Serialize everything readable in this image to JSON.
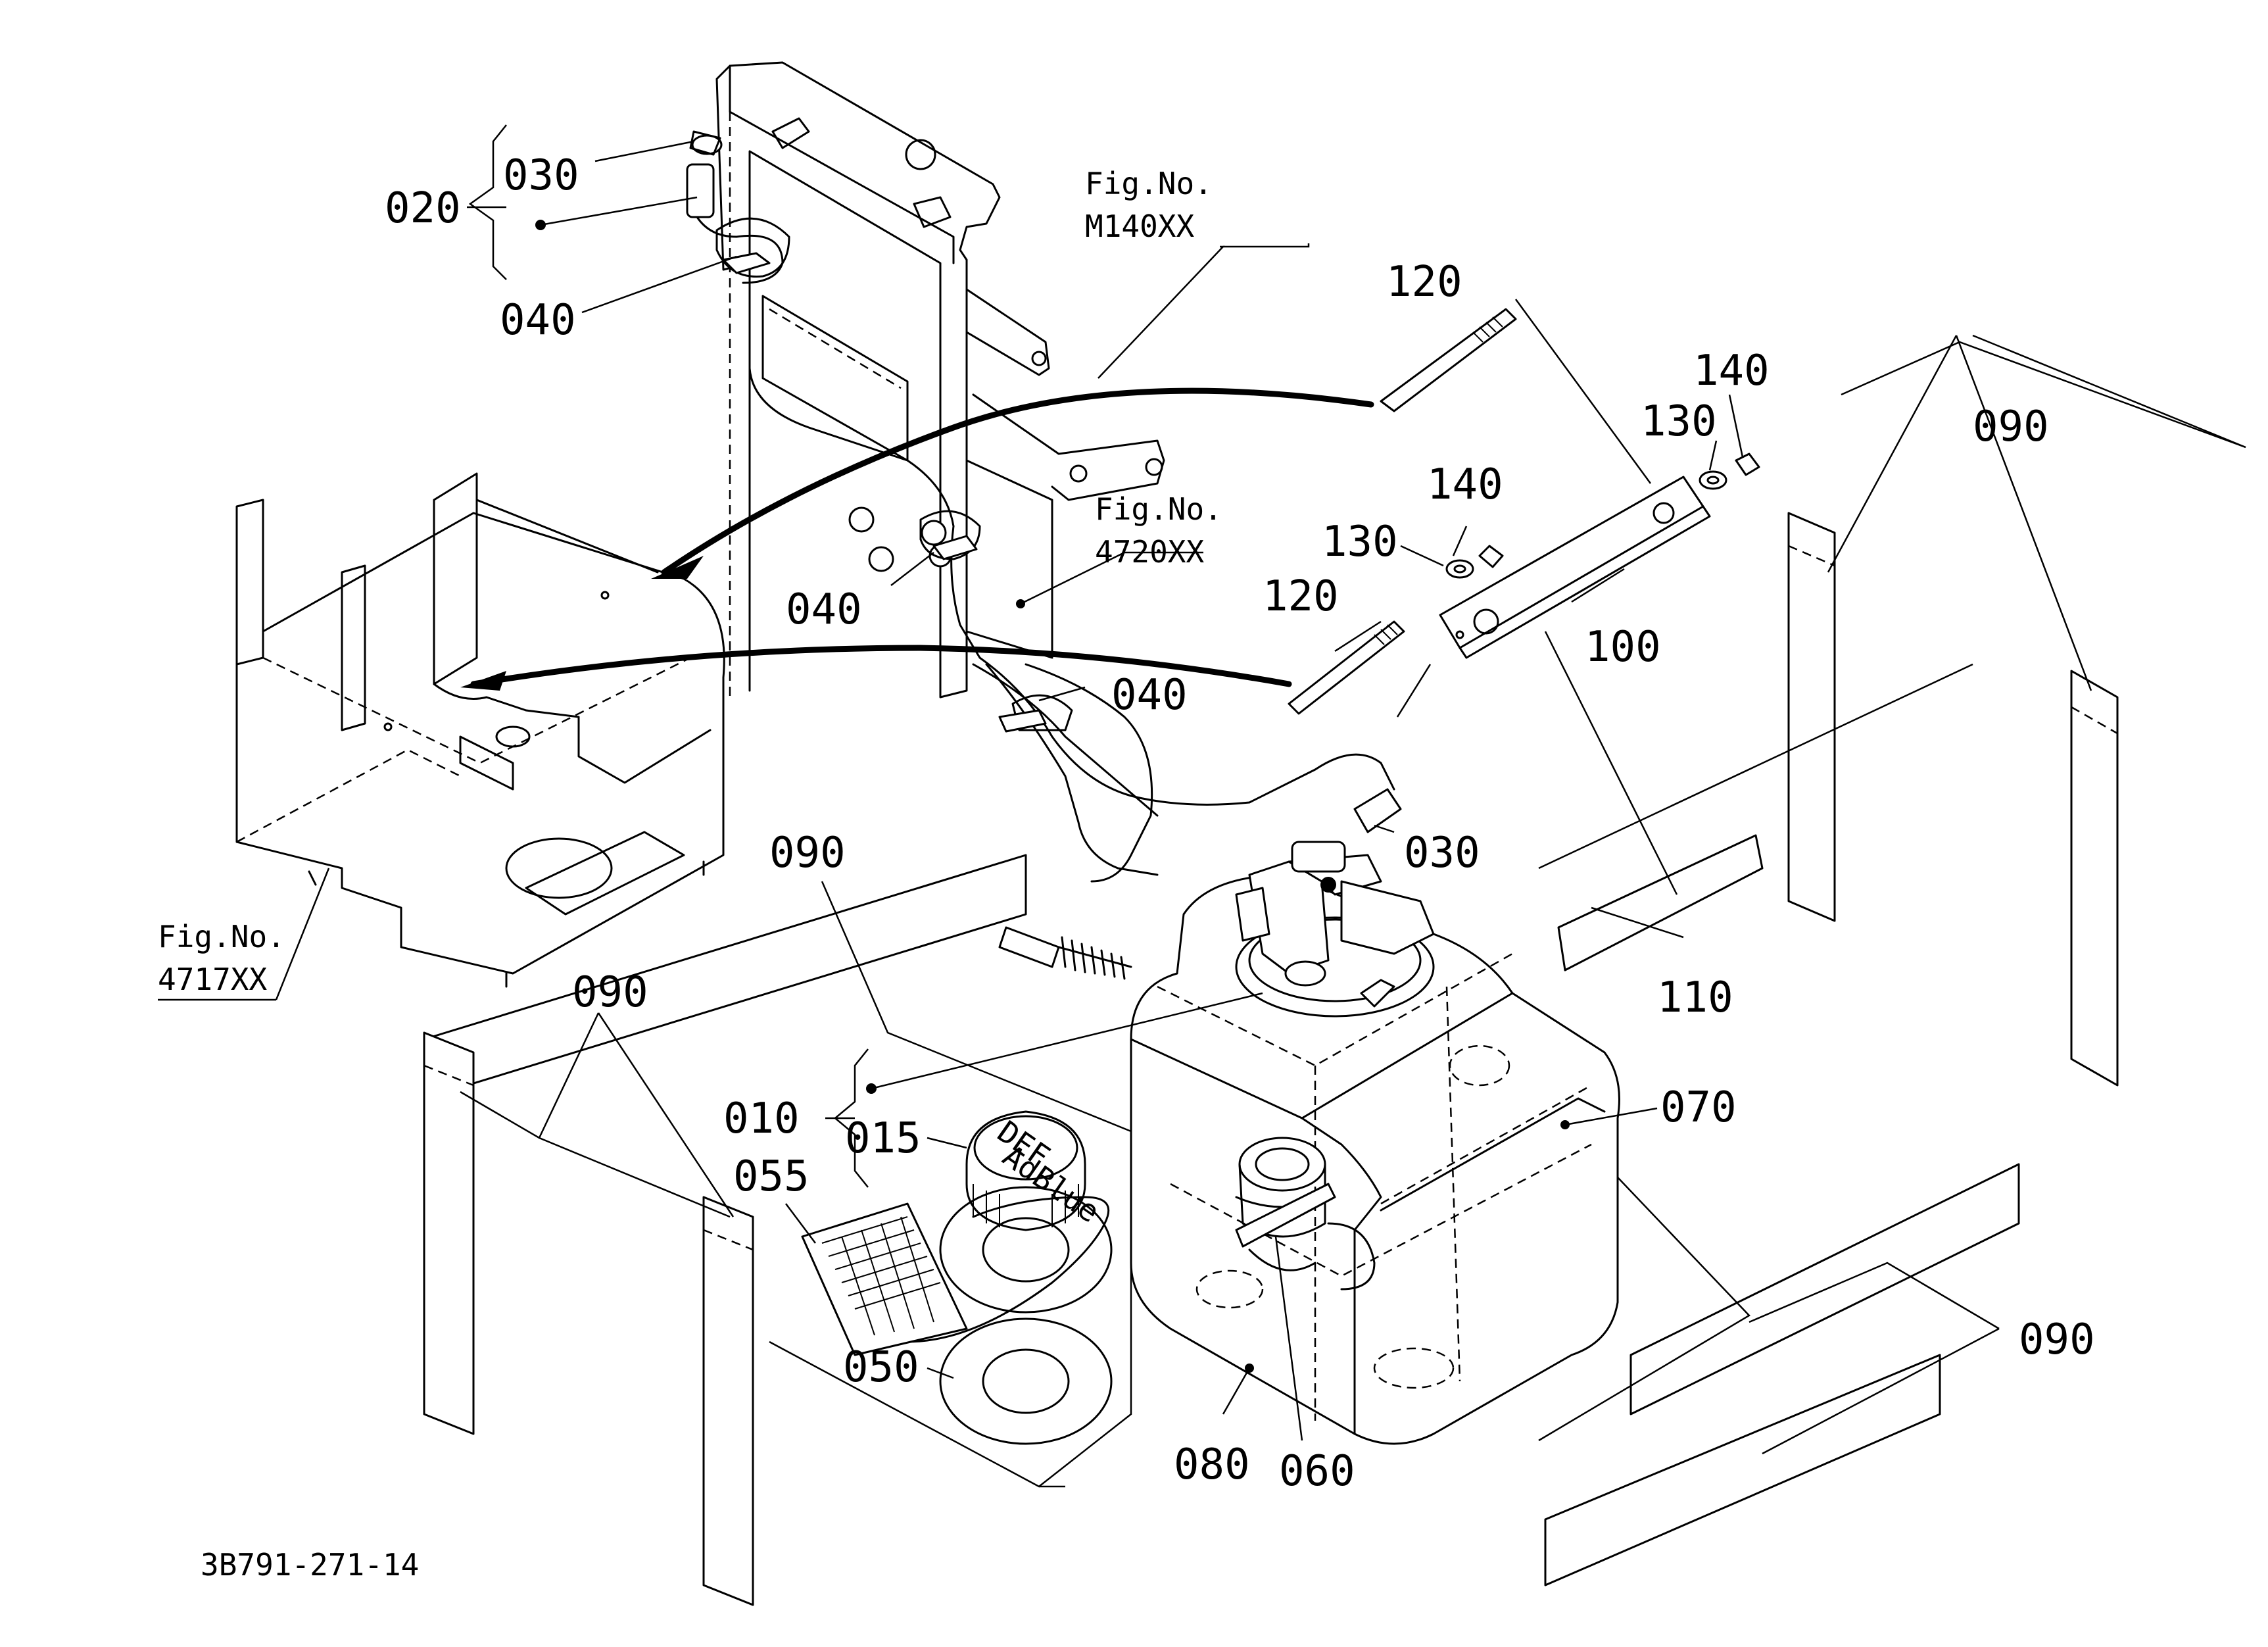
{
  "diagram_id": "3B791-271-14",
  "part_labels": {
    "p010": "010",
    "p015": "015",
    "p020": "020",
    "p030_top": "030",
    "p030_mid": "030",
    "p040_top": "040",
    "p040_mid": "040",
    "p040_low": "040",
    "p050": "050",
    "p055": "055",
    "p060": "060",
    "p070": "070",
    "p080": "080",
    "p090_right": "090",
    "p090_center": "090",
    "p090_left": "090",
    "p090_lowright": "090",
    "p100": "100",
    "p110": "110",
    "p120_top": "120",
    "p120_mid": "120",
    "p130_left": "130",
    "p130_right": "130",
    "p140_left": "140",
    "p140_right": "140"
  },
  "figure_refs": [
    {
      "prefix": "Fig.No.",
      "number": "M140XX"
    },
    {
      "prefix": "Fig.No.",
      "number": "4720XX"
    },
    {
      "prefix": "Fig.No.",
      "number": "4717XX"
    }
  ],
  "cap_markings": {
    "line1": "DEF",
    "line2": "AdBlue"
  }
}
